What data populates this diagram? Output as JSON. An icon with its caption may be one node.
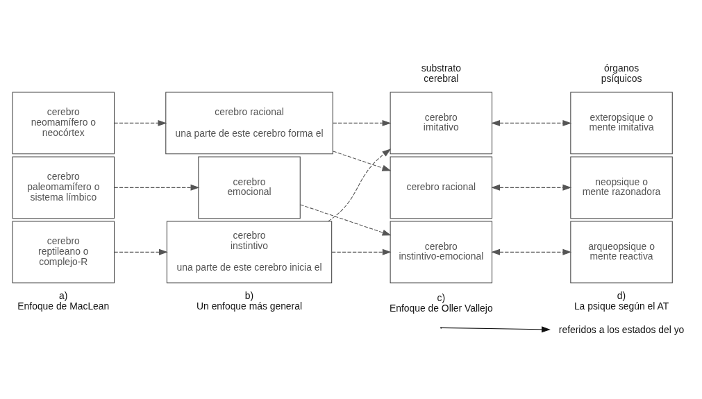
{
  "diagram": {
    "nodes": [
      {
        "text": [
          "cerebro neomamífero o neocórtex"
        ]
      },
      {
        "text": [
          "cerebro paleomamífero o sistema límbico"
        ]
      },
      {
        "text": [
          "cerebro reptileano o complejo-R"
        ]
      },
      {
        "text": [
          "cerebro racional",
          "una parte de este cerebro forma el"
        ]
      },
      {
        "text": [
          "cerebro emocional"
        ]
      },
      {
        "text": [
          "cerebro instintivo",
          "una parte de este cerebro inicia el"
        ]
      },
      {
        "text": [
          "cerebro imitativo"
        ]
      },
      {
        "text": [
          "cerebro racional"
        ]
      },
      {
        "text": [
          "cerebro instintivo-emocional"
        ]
      },
      {
        "text": [
          "exteropsique o mente imitativa"
        ]
      },
      {
        "text": [
          "neopsique o mente razonadora"
        ]
      },
      {
        "text": [
          "arqueopsique o mente reactiva"
        ]
      }
    ],
    "edges": [
      {
        "from": 0,
        "to": 3,
        "arrow": "to",
        "style": "dashed"
      },
      {
        "from": 1,
        "to": 4,
        "arrow": "to",
        "style": "dashed"
      },
      {
        "from": 2,
        "to": 5,
        "arrow": "to",
        "style": "dashed"
      },
      {
        "from": 3,
        "to": 7,
        "arrow": "to",
        "style": "dashed"
      },
      {
        "from": 3,
        "to": 6,
        "arrow": "to",
        "style": "dashed"
      },
      {
        "from": 4,
        "to": 8,
        "arrow": "to",
        "style": "dashed"
      },
      {
        "from": 5,
        "to": 8,
        "arrow": "to",
        "style": "dashed"
      },
      {
        "from": 5,
        "to": 6,
        "arrow": "to",
        "style": "dashed"
      },
      {
        "from": 6,
        "to": 9,
        "arrow": "both",
        "style": "dashed"
      },
      {
        "from": 7,
        "to": 10,
        "arrow": "both",
        "style": "dashed"
      },
      {
        "from": 8,
        "to": 11,
        "arrow": "both",
        "style": "dashed"
      }
    ],
    "labels": [
      "substrato cerebral",
      "órganos psíquicos",
      "a)",
      "Enfoque de MacLean",
      "b)",
      "Un enfoque más general",
      "c)",
      "Enfoque de Oller Vallejo",
      "d)",
      "La psique según el AT"
    ],
    "legend": [
      {
        "text": "referidos a los estados del yo"
      }
    ]
  }
}
